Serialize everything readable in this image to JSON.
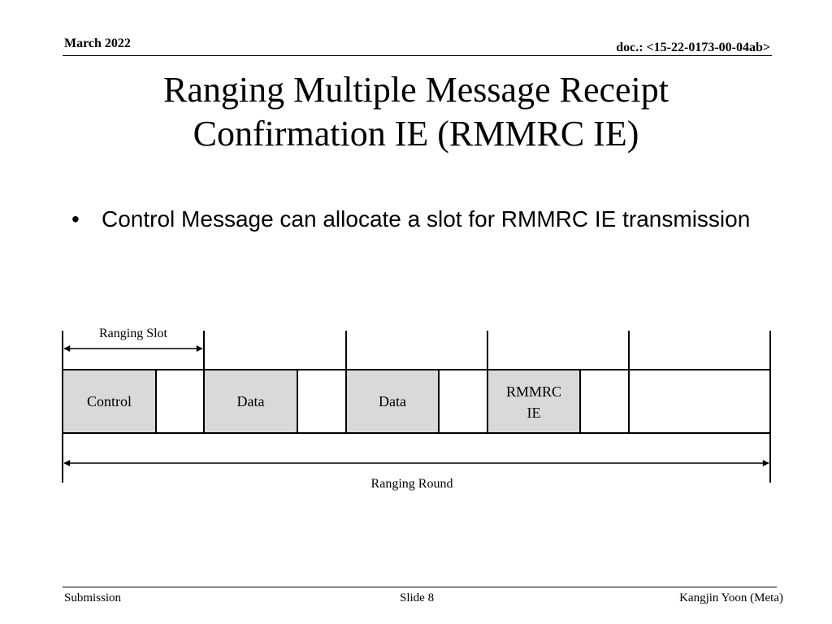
{
  "header": {
    "date": "March 2022",
    "doc": "doc.: <15-22-0173-00-04ab>"
  },
  "slide": {
    "title_line1": "Ranging Multiple Message Receipt",
    "title_line2": "Confirmation IE (RMMRC IE)",
    "bullet_marker": "•",
    "bullet_text": "Control Message can allocate a slot for RMMRC IE transmission"
  },
  "diagram": {
    "ranging_slot_label": "Ranging Slot",
    "ranging_round_label": "Ranging Round",
    "blocks": [
      {
        "line1": "Control",
        "line2": "",
        "fill": "#d9d9d9"
      },
      {
        "line1": "",
        "line2": "",
        "fill": "#ffffff"
      },
      {
        "line1": "Data",
        "line2": "",
        "fill": "#d9d9d9"
      },
      {
        "line1": "",
        "line2": "",
        "fill": "#ffffff"
      },
      {
        "line1": "Data",
        "line2": "",
        "fill": "#d9d9d9"
      },
      {
        "line1": "",
        "line2": "",
        "fill": "#ffffff"
      },
      {
        "line1": "RMMRC",
        "line2": "IE",
        "fill": "#d9d9d9"
      },
      {
        "line1": "",
        "line2": "",
        "fill": "#ffffff"
      },
      {
        "line1": "",
        "line2": "",
        "fill": "#ffffff"
      }
    ]
  },
  "footer": {
    "left": "Submission",
    "center": "Slide 8",
    "right": "Kangjin Yoon (Meta)"
  }
}
